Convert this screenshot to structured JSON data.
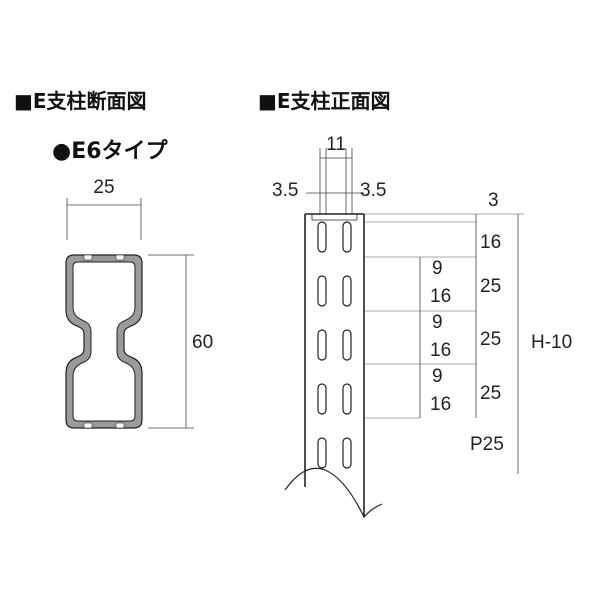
{
  "headings": {
    "section_left": "■E支柱断面図",
    "section_right": "■E支柱正面図",
    "type_label": "●E6タイプ"
  },
  "section_dims": {
    "width": "25",
    "height": "60"
  },
  "front_dims": {
    "top_width": "11",
    "left_offset": "3.5",
    "right_offset": "3.5",
    "top_gap": "3",
    "first_slot": "16",
    "gap_1": "9",
    "slot_1": "16",
    "pitch_1": "25",
    "gap_2": "9",
    "slot_2": "16",
    "pitch_2": "25",
    "gap_3": "9",
    "slot_3": "16",
    "pitch_3": "25",
    "total_height": "H-10",
    "pitch_label": "P25"
  },
  "colors": {
    "ink": "#111111",
    "profile_fill": "#9a9a9a",
    "profile_stroke": "#222222"
  }
}
